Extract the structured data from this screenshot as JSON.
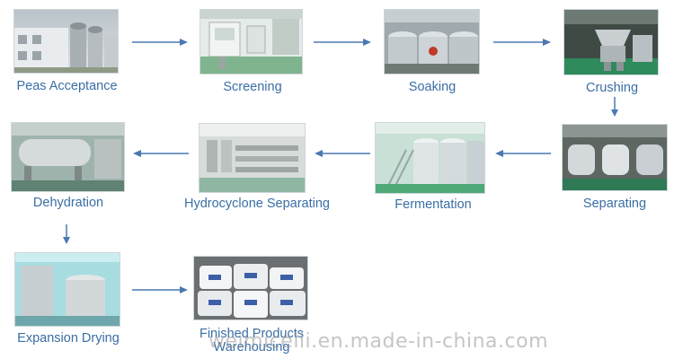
{
  "steps": [
    {
      "label": "Peas Acceptance"
    },
    {
      "label": "Screening"
    },
    {
      "label": "Soaking"
    },
    {
      "label": "Crushing"
    },
    {
      "label": "Separating"
    },
    {
      "label": "Fermentation"
    },
    {
      "label": "Hydrocyclone Separating"
    },
    {
      "label": "Dehydration"
    },
    {
      "label": "Expansion Drying"
    },
    {
      "label": "Finished Products",
      "label2": "Warehousing"
    }
  ],
  "watermark": "weimicelli.en.made-in-china.com",
  "colors": {
    "label": "#3a6ea5",
    "arrow": "#4a78b0"
  }
}
